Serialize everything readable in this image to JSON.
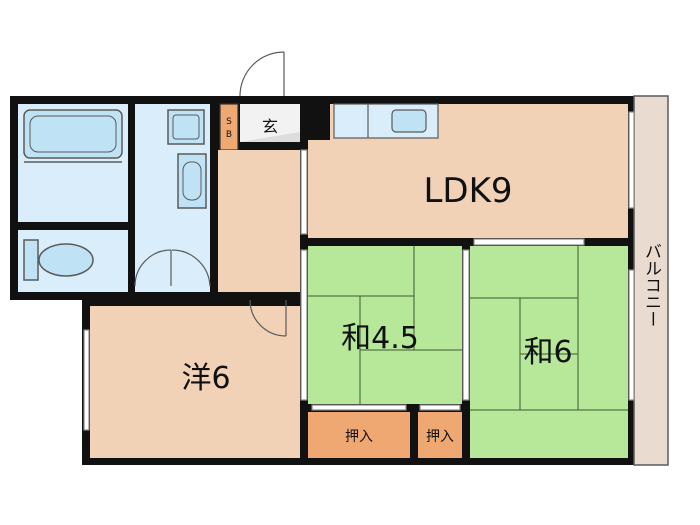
{
  "plan": {
    "colors": {
      "wall": "#111111",
      "flooring": "#f2d2b6",
      "tatami": "#b7e89a",
      "wet_area": "#d9eefa",
      "fixture": "#bfe2f4",
      "closet": "#f0a872",
      "balcony": "#eadbd0",
      "stroke": "#5a5a5a"
    },
    "labels": {
      "ldk": "LDK9",
      "washitsu_45": "和4.5",
      "washitsu_6": "和6",
      "youshitsu_6": "洋6",
      "genkan": "玄",
      "shoe_box": "SB",
      "closet_a": "押入",
      "closet_b": "押入",
      "balcony": "バルコニー"
    }
  }
}
